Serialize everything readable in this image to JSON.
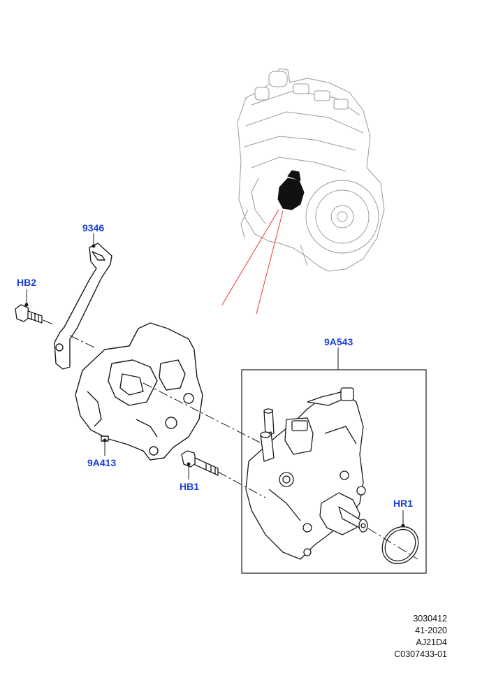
{
  "callouts": {
    "bracket": "9346",
    "bolt_bracket": "HB2",
    "cover": "9A413",
    "bolt_cover": "HB1",
    "pump": "9A543",
    "seal": "HR1"
  },
  "reference": {
    "line1": "3030412",
    "line2": "41-2020",
    "line3": "AJ21D4",
    "line4": "C0307433-01"
  },
  "colors": {
    "callout_text": "#1a3fd6",
    "locator_line": "#e23a3a",
    "outline": "#1a1a1a",
    "engine_outline": "#9a9a9a"
  }
}
